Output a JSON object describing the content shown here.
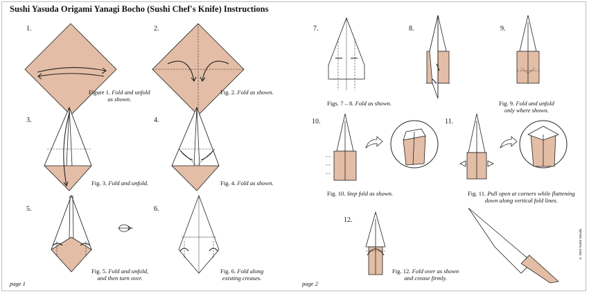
{
  "title": "Sushi Yasuda Origami Yanagi Bocho (Sushi Chef's Knife) Instructions",
  "steps": {
    "s1": {
      "num": "1.",
      "lead": "Figure 1.",
      "text": "Fold and unfold",
      "text2": "as shown."
    },
    "s2": {
      "num": "2.",
      "lead": "Fig. 2.",
      "text": "Fold as shown."
    },
    "s3": {
      "num": "3.",
      "lead": "Fig. 3.",
      "text": "Fold and unfold."
    },
    "s4": {
      "num": "4.",
      "lead": "Fig. 4.",
      "text": "Fold as shown."
    },
    "s5": {
      "num": "5.",
      "lead": "Fig. 5.",
      "text": "Fold and unfold,",
      "text2": "and then turn over."
    },
    "s6": {
      "num": "6.",
      "lead": "Fig. 6.",
      "text": "Fold along",
      "text2": "existing creases."
    },
    "s7": {
      "num": "7."
    },
    "s8": {
      "num": "8."
    },
    "s78": {
      "lead": "Figs. 7 – 8.",
      "text": "Fold as shown."
    },
    "s9": {
      "num": "9.",
      "lead": "Fig. 9.",
      "text": "Fold and unfold",
      "text2": "only where shown."
    },
    "s10": {
      "num": "10.",
      "lead": "Fig. 10.",
      "text": "Step fold as shown."
    },
    "s11": {
      "num": "11.",
      "lead": "Fig. 11.",
      "text": "Pull open at corners while flattening",
      "text2": "down along vertical fold lines."
    },
    "s12": {
      "num": "12.",
      "lead": "Fig. 12.",
      "text": "Fold over as shown",
      "text2": "and crease firmly."
    }
  },
  "pages": {
    "left": "page 1",
    "right": "page 2"
  },
  "copyright": "© 2010 Sushi Yasuda",
  "colors": {
    "paper": "#e3bda6",
    "line": "#222222"
  }
}
